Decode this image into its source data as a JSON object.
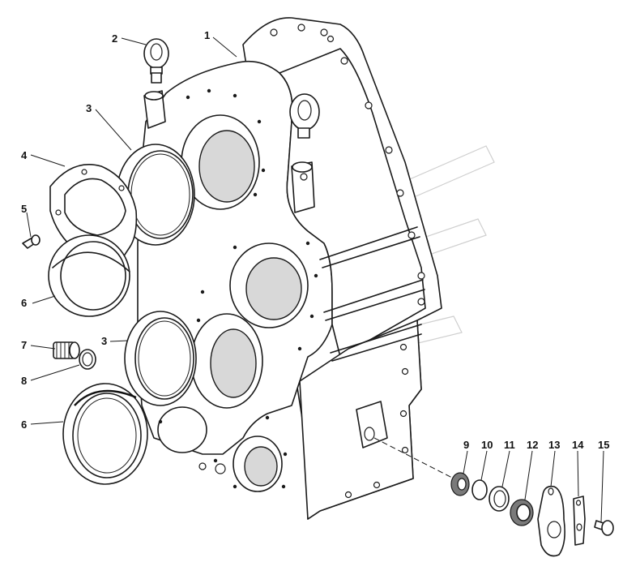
{
  "diagram": {
    "callouts": [
      {
        "id": "c1",
        "label": "1"
      },
      {
        "id": "c2",
        "label": "2"
      },
      {
        "id": "c3a",
        "label": "3"
      },
      {
        "id": "c4",
        "label": "4"
      },
      {
        "id": "c5",
        "label": "5"
      },
      {
        "id": "c6a",
        "label": "6"
      },
      {
        "id": "c7",
        "label": "7"
      },
      {
        "id": "c3b",
        "label": "3"
      },
      {
        "id": "c8",
        "label": "8"
      },
      {
        "id": "c6b",
        "label": "6"
      },
      {
        "id": "c9",
        "label": "9"
      },
      {
        "id": "c10",
        "label": "10"
      },
      {
        "id": "c11",
        "label": "11"
      },
      {
        "id": "c12",
        "label": "12"
      },
      {
        "id": "c13",
        "label": "13"
      },
      {
        "id": "c14",
        "label": "14"
      },
      {
        "id": "c15",
        "label": "15"
      }
    ]
  }
}
